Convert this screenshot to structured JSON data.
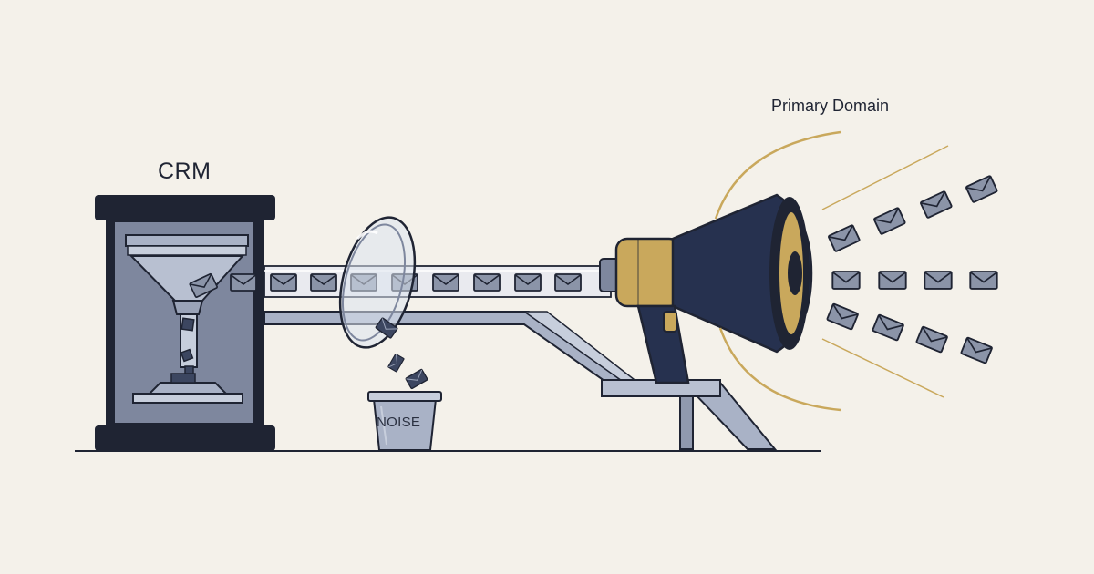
{
  "labels": {
    "crm": "CRM",
    "noise": "NOISE",
    "destination": "Primary Domain"
  },
  "colors": {
    "background": "#F4F1EA",
    "ink": "#1F2433",
    "navy": "#26314F",
    "machine_gray": "#7E879E",
    "steel": "#A9B2C6",
    "gold": "#C9A85C",
    "envelope": "#8B94A8"
  },
  "icons": [
    "envelope-icon",
    "hourglass-icon",
    "magnifying-lens-icon",
    "megaphone-icon",
    "trash-bin-icon"
  ]
}
